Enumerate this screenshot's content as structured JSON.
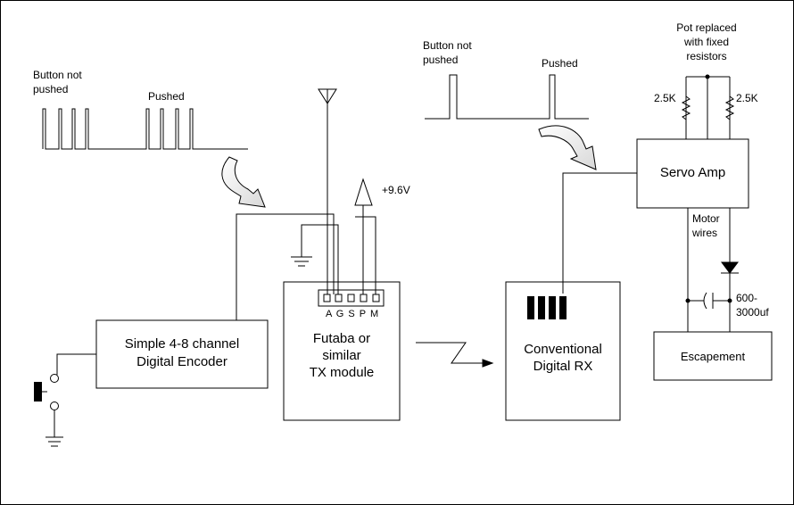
{
  "labels": {
    "left_waveform_not_pushed_line1": "Button not",
    "left_waveform_not_pushed_line2": "pushed",
    "left_waveform_pushed": "Pushed",
    "right_waveform_not_pushed_line1": "Button not",
    "right_waveform_not_pushed_line2": "pushed",
    "right_waveform_pushed": "Pushed",
    "pot_line1": "Pot replaced",
    "pot_line2": "with fixed",
    "pot_line3": "resistors",
    "resistor_left": "2.5K",
    "resistor_right": "2.5K",
    "supply_voltage": "+9.6V",
    "pin_labels": "A G S P M",
    "motor_wires_line1": "Motor",
    "motor_wires_line2": "wires",
    "capacitor_line1": "600-",
    "capacitor_line2": "3000uf"
  },
  "blocks": {
    "encoder_line1": "Simple 4-8 channel",
    "encoder_line2": "Digital Encoder",
    "tx_line1": "Futaba or",
    "tx_line2": "similar",
    "tx_line3": "TX module",
    "rx_line1": "Conventional",
    "rx_line2": "Digital RX",
    "servo_amp": "Servo Amp",
    "escapement": "Escapement"
  }
}
